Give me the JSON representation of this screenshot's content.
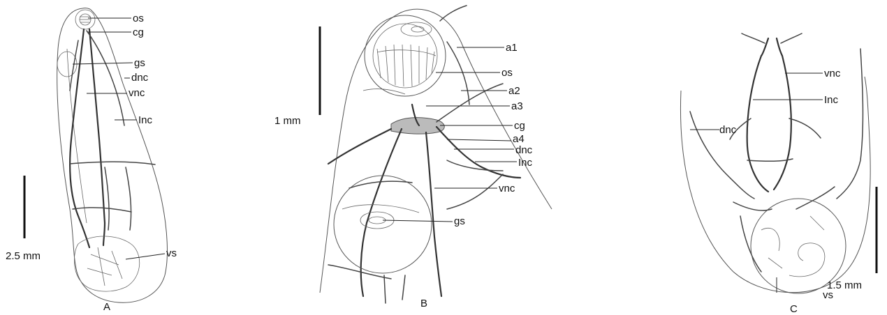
{
  "panels": [
    {
      "id": "A",
      "label": "A",
      "scale": "2.5 mm",
      "labels": [
        "os",
        "cg",
        "gs",
        "dnc",
        "vnc",
        "Inc",
        "vs"
      ]
    },
    {
      "id": "B",
      "label": "B",
      "scale": "1 mm",
      "labels": [
        "a1",
        "os",
        "a2",
        "a3",
        "cg",
        "a4",
        "dnc",
        "Inc",
        "vnc",
        "gs"
      ]
    },
    {
      "id": "C",
      "label": "C",
      "scale": "1.5 mm",
      "labels": [
        "vnc",
        "Inc",
        "dnc",
        "vs"
      ]
    }
  ]
}
